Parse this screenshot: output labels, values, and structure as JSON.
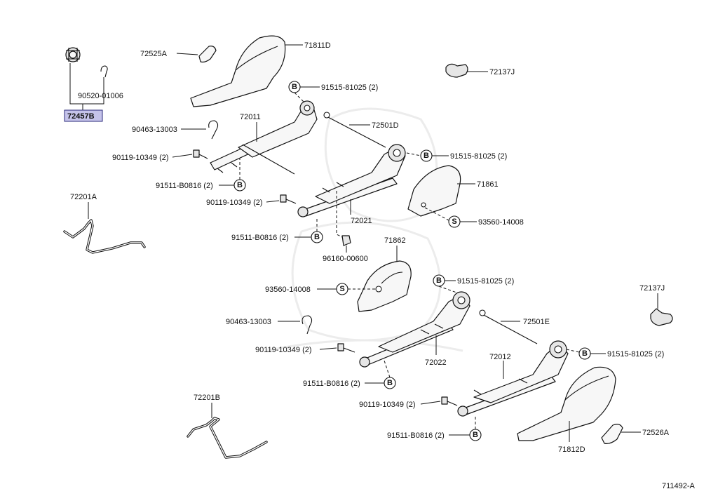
{
  "diagram_code": "711492-A",
  "labels": {
    "p72525A": "72525A",
    "p71811D": "71811D",
    "p72457B": "72457B",
    "p90520": "90520-01006",
    "p72137J_top": "72137J",
    "p91515_top": "91515-81025 (2)",
    "p90463_top": "90463-13003",
    "p72011": "72011",
    "p72501D": "72501D",
    "p90119_a": "90119-10349 (2)",
    "p91515_right_top": "91515-81025 (2)",
    "p91511_a": "91511-B0816 (2)",
    "p72201A": "72201A",
    "p71861": "71861",
    "p90119_b": "90119-10349 (2)",
    "p72021": "72021",
    "p93560_top": "93560-14008",
    "p91511_b": "91511-B0816 (2)",
    "p96160": "96160-00600",
    "p71862": "71862",
    "p93560_mid": "93560-14008",
    "p91515_mid": "91515-81025 (2)",
    "p72137J_right": "72137J",
    "p90463_mid": "90463-13003",
    "p72501E": "72501E",
    "p90119_c": "90119-10349 (2)",
    "p91515_right_bot": "91515-81025 (2)",
    "p72022": "72022",
    "p72012": "72012",
    "p91511_c": "91511-B0816 (2)",
    "p72201B": "72201B",
    "p90119_d": "90119-10349 (2)",
    "p91511_d": "91511-B0816 (2)",
    "p71812D": "71812D",
    "p72526A": "72526A"
  },
  "badges": {
    "B": "B",
    "S": "S"
  },
  "colors": {
    "highlight_fill": "#c5c3ea",
    "highlight_stroke": "#2a2a7a",
    "line": "#111111"
  }
}
